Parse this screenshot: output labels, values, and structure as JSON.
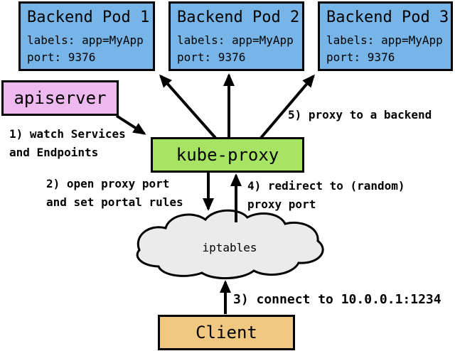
{
  "pods": [
    {
      "title": "Backend Pod 1",
      "labels": "labels: app=MyApp",
      "port": "port: 9376"
    },
    {
      "title": "Backend Pod 2",
      "labels": "labels: app=MyApp",
      "port": "port: 9376"
    },
    {
      "title": "Backend Pod 3",
      "labels": "labels: app=MyApp",
      "port": "port: 9376"
    }
  ],
  "nodes": {
    "apiserver": "apiserver",
    "kube_proxy": "kube-proxy",
    "iptables": "iptables",
    "client": "Client"
  },
  "annotations": {
    "step1_line1": "1) watch Services",
    "step1_line2": "and Endpoints",
    "step2_line1": "2) open proxy port",
    "step2_line2": "and set portal rules",
    "step3": "3) connect to 10.0.0.1:1234",
    "step4_line1": "4) redirect to (random)",
    "step4_line2": "proxy port",
    "step5": "5) proxy to a backend"
  },
  "colors": {
    "pod_fill": "#77B5E8",
    "apiserver_fill": "#EEB9EE",
    "kube_proxy_fill": "#A7E463",
    "client_fill": "#F0C882",
    "cloud_fill": "#EBEBEB",
    "line": "#000000"
  }
}
